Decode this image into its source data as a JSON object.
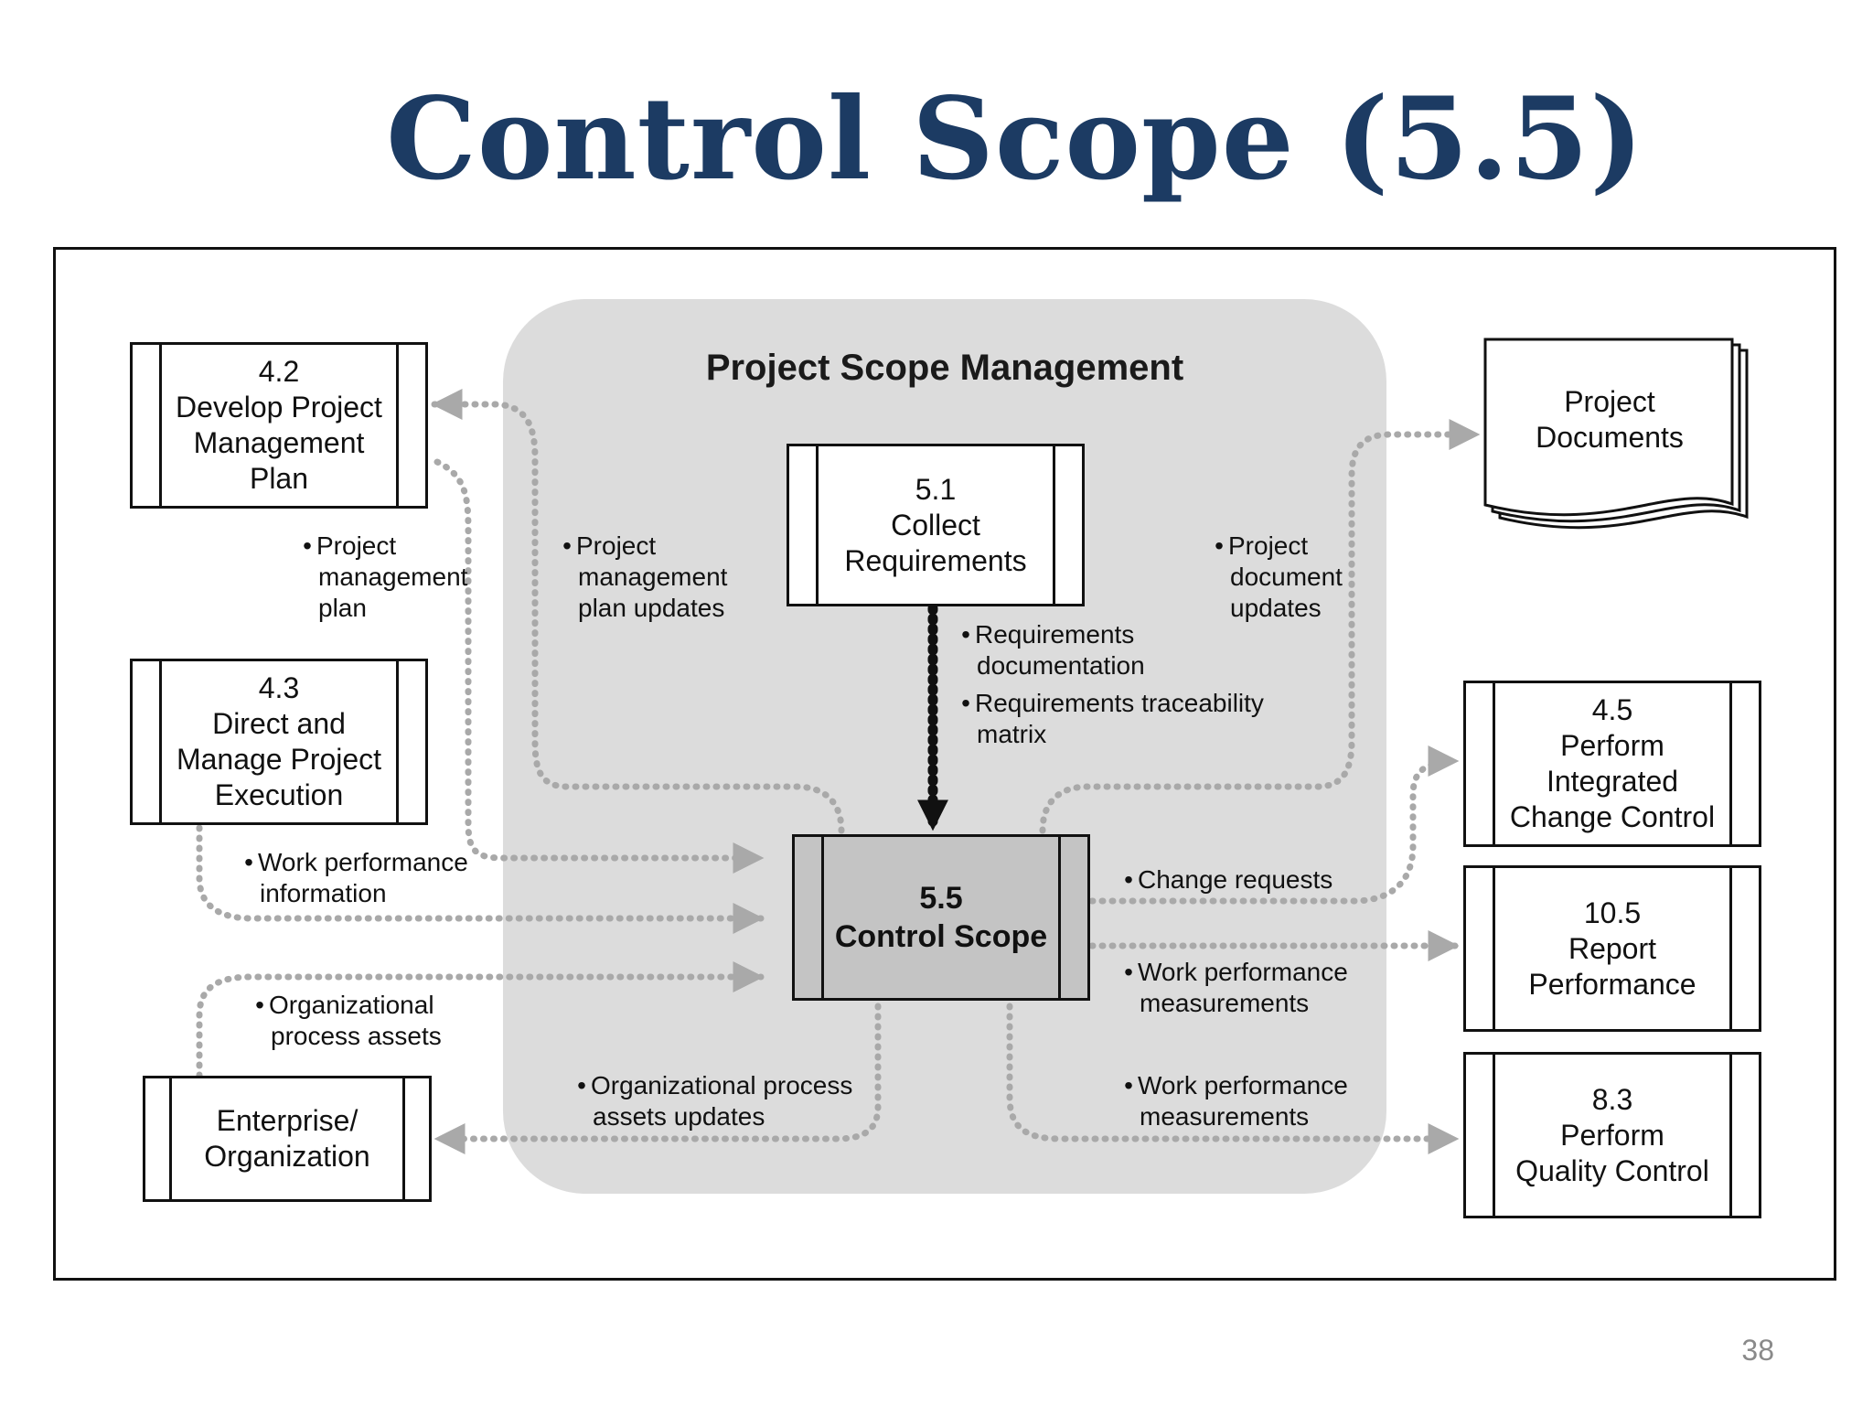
{
  "slide": {
    "title": "Control Scope (5.5)",
    "page_number": "38"
  },
  "diagram": {
    "panel_title": "Project Scope Management",
    "nodes": {
      "develop_plan": {
        "number": "4.2",
        "lines": [
          "Develop Project",
          "Management",
          "Plan"
        ]
      },
      "direct_manage": {
        "number": "4.3",
        "lines": [
          "Direct and",
          "Manage Project",
          "Execution"
        ]
      },
      "enterprise": {
        "lines": [
          "Enterprise/",
          "Organization"
        ]
      },
      "collect_req": {
        "number": "5.1",
        "lines": [
          "Collect",
          "Requirements"
        ]
      },
      "control_scope": {
        "number": "5.5",
        "lines": [
          "Control Scope"
        ]
      },
      "project_docs": {
        "lines": [
          "Project",
          "Documents"
        ]
      },
      "integrated_change": {
        "number": "4.5",
        "lines": [
          "Perform",
          "Integrated",
          "Change Control"
        ]
      },
      "report_perf": {
        "number": "10.5",
        "lines": [
          "Report",
          "Performance"
        ]
      },
      "quality_control": {
        "number": "8.3",
        "lines": [
          "Perform",
          "Quality Control"
        ]
      }
    },
    "labels": {
      "pm_plan": [
        "Project",
        "management",
        "plan"
      ],
      "pm_plan_updates": [
        "Project",
        "management",
        "plan updates"
      ],
      "doc_updates": [
        "Project",
        "document",
        "updates"
      ],
      "req_doc": [
        "Requirements",
        "documentation"
      ],
      "req_matrix": [
        "Requirements traceability",
        "matrix"
      ],
      "work_perf_info": [
        "Work performance",
        "information"
      ],
      "org_assets": [
        "Organizational",
        "process assets"
      ],
      "org_assets_updates": [
        "Organizational process",
        "assets updates"
      ],
      "change_requests": [
        "Change requests"
      ],
      "wpm_report": [
        "Work performance",
        "measurements"
      ],
      "wpm_quality": [
        "Work performance",
        "measurements"
      ]
    },
    "colors": {
      "title": "#1c3b63",
      "panel": "#dcdcdc",
      "control_scope_fill": "#c4c4c4",
      "flow_dots": "#a9a9a9",
      "primary_flow": "#111111"
    }
  }
}
